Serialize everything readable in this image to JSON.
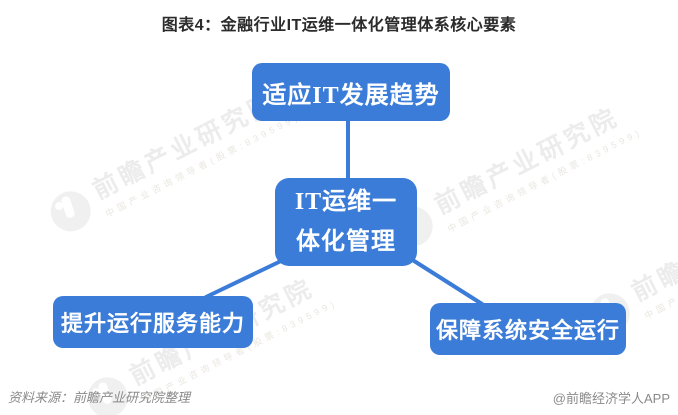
{
  "title": "图表4：金融行业IT运维一体化管理体系核心要素",
  "diagram": {
    "accent_color": "#3b7cd8",
    "center": {
      "label": "IT运维一体化管理"
    },
    "nodes": [
      {
        "id": "top",
        "label": "适应IT发展趋势"
      },
      {
        "id": "bottom-left",
        "label": "提升运行服务能力"
      },
      {
        "id": "bottom-right",
        "label": "保障系统安全运行"
      }
    ]
  },
  "watermark": {
    "logo_text": "前瞻产业研究院",
    "sub_text": "中国产业咨询领导者(股票:839599)"
  },
  "footer": {
    "source": "资料来源：前瞻产业研究院整理",
    "credit": "@前瞻经济学人APP"
  }
}
